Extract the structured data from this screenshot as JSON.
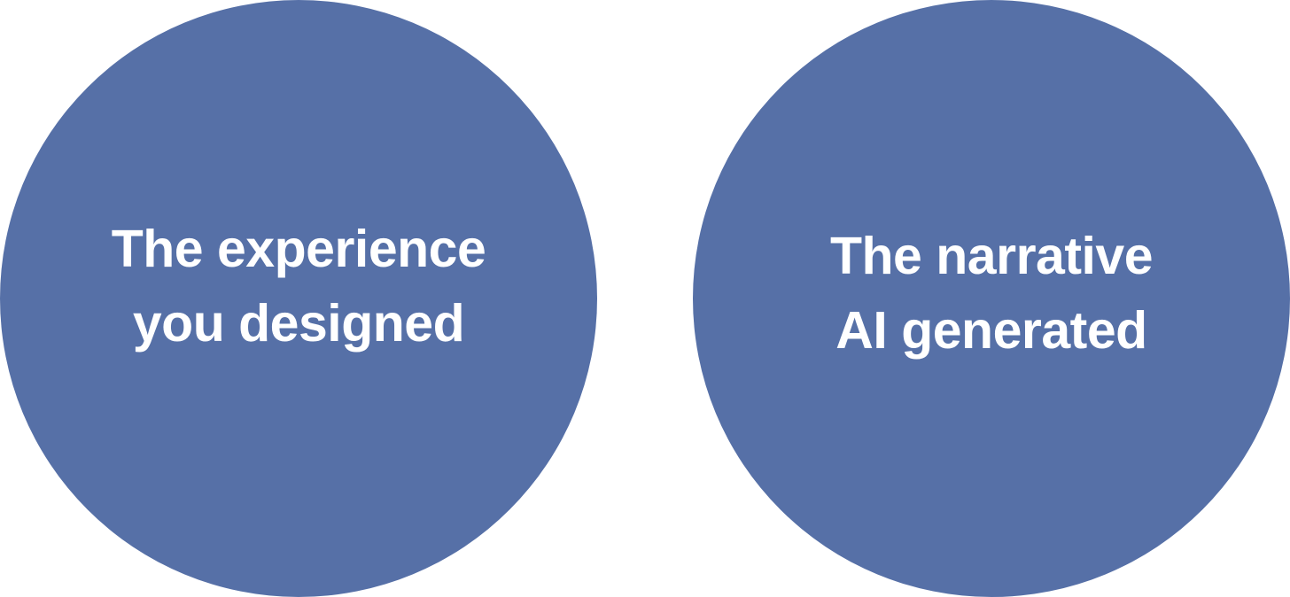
{
  "colors": {
    "circle_fill": "#5670a7",
    "label_text": "#ffffff",
    "background": "#ffffff"
  },
  "circles": [
    {
      "lines": [
        "The experience",
        "you designed"
      ]
    },
    {
      "lines": [
        "The narrative",
        "AI generated"
      ]
    }
  ]
}
